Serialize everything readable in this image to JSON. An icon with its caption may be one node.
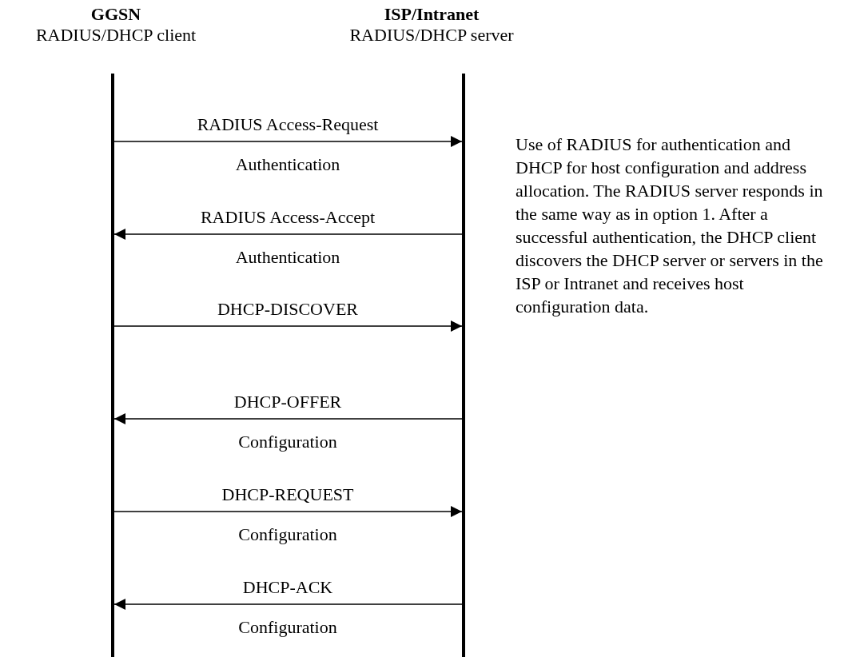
{
  "diagram": {
    "nodes": [
      {
        "text": [
          "GGSN",
          "RADIUS/DHCP client"
        ]
      },
      {
        "text": [
          "ISP/Intranet",
          "RADIUS/DHCP server"
        ]
      }
    ],
    "edges": [
      {
        "from": 0,
        "to": 1,
        "arrow": "to",
        "label": "RADIUS Access-Request"
      },
      {
        "from": 1,
        "to": 0,
        "arrow": "to",
        "label": "RADIUS Access-Accept"
      },
      {
        "from": 0,
        "to": 1,
        "arrow": "to",
        "label": "DHCP-DISCOVER"
      },
      {
        "from": 1,
        "to": 0,
        "arrow": "to",
        "label": "DHCP-OFFER"
      },
      {
        "from": 0,
        "to": 1,
        "arrow": "to",
        "label": "DHCP-REQUEST"
      },
      {
        "from": 1,
        "to": 0,
        "arrow": "to",
        "label": "DHCP-ACK"
      }
    ],
    "labels": [
      "Authentication",
      "Use of RADIUS for authentication and DHCP for host configuration and address allocation. The RADIUS server responds in the same way as in option 1. After a successful authentication, the DHCP client discovers the DHCP server or servers in the ISP or Intranet and receives host configuration data.",
      "Authentication",
      "Configuration",
      "Configuration",
      "Configuration"
    ]
  }
}
